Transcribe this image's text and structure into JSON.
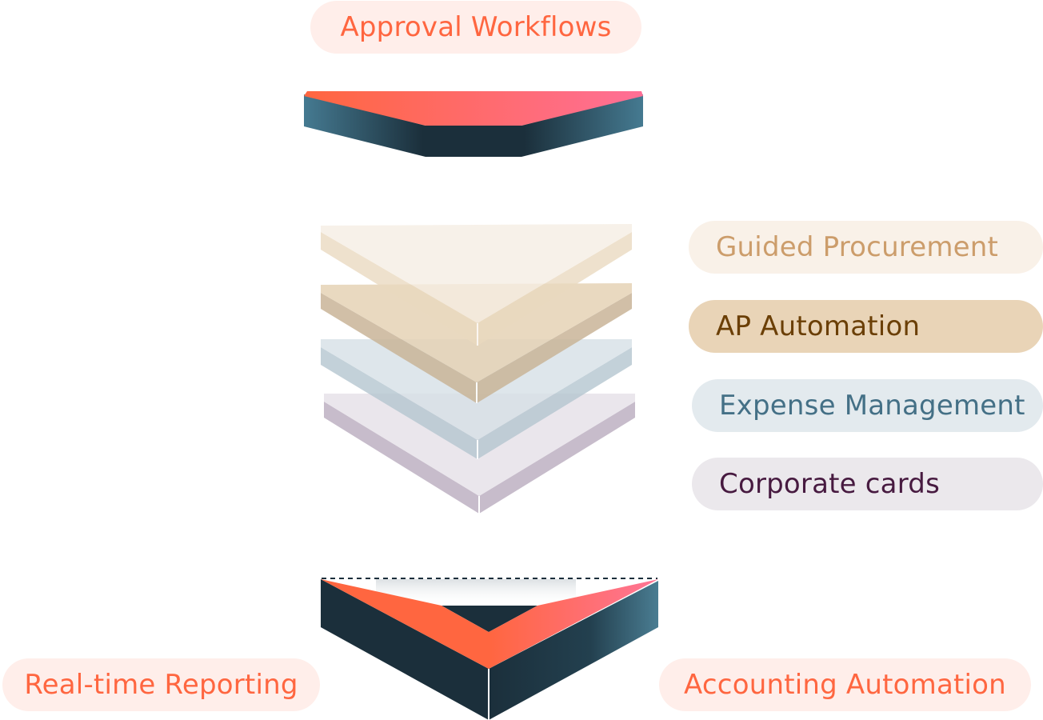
{
  "labels": {
    "approval_workflows": "Approval Workflows",
    "guided_procurement": "Guided Procurement",
    "ap_automation": "AP Automation",
    "expense_management": "Expense Management",
    "corporate_cards": "Corporate cards",
    "real_time_reporting": "Real-time Reporting",
    "accounting_automation": "Accounting Automation"
  },
  "colors": {
    "coral": "#ff6640",
    "pink": "#ff6f96",
    "dark_teal": "#1b2f3b",
    "steel_blue": "#447086",
    "tan": "#cc9d6b",
    "brown": "#6b3f06",
    "plum": "#471a40"
  }
}
